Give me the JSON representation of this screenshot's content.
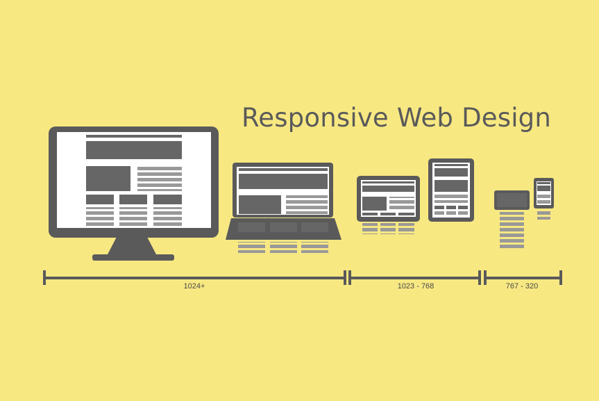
{
  "title": "Responsive Web Design",
  "colors": {
    "background": "#f8e882",
    "device": "#5a5a5a",
    "screen": "#ffffff",
    "block": "#666666",
    "line": "#999999"
  },
  "ranges": [
    {
      "label": "1024+"
    },
    {
      "label": "1023 - 768"
    },
    {
      "label": "767 - 320"
    }
  ],
  "devices": [
    {
      "icon": "desktop-monitor-icon"
    },
    {
      "icon": "laptop-icon"
    },
    {
      "icon": "tablet-landscape-icon"
    },
    {
      "icon": "tablet-portrait-icon"
    },
    {
      "icon": "phone-landscape-icon"
    },
    {
      "icon": "phone-portrait-icon"
    }
  ]
}
